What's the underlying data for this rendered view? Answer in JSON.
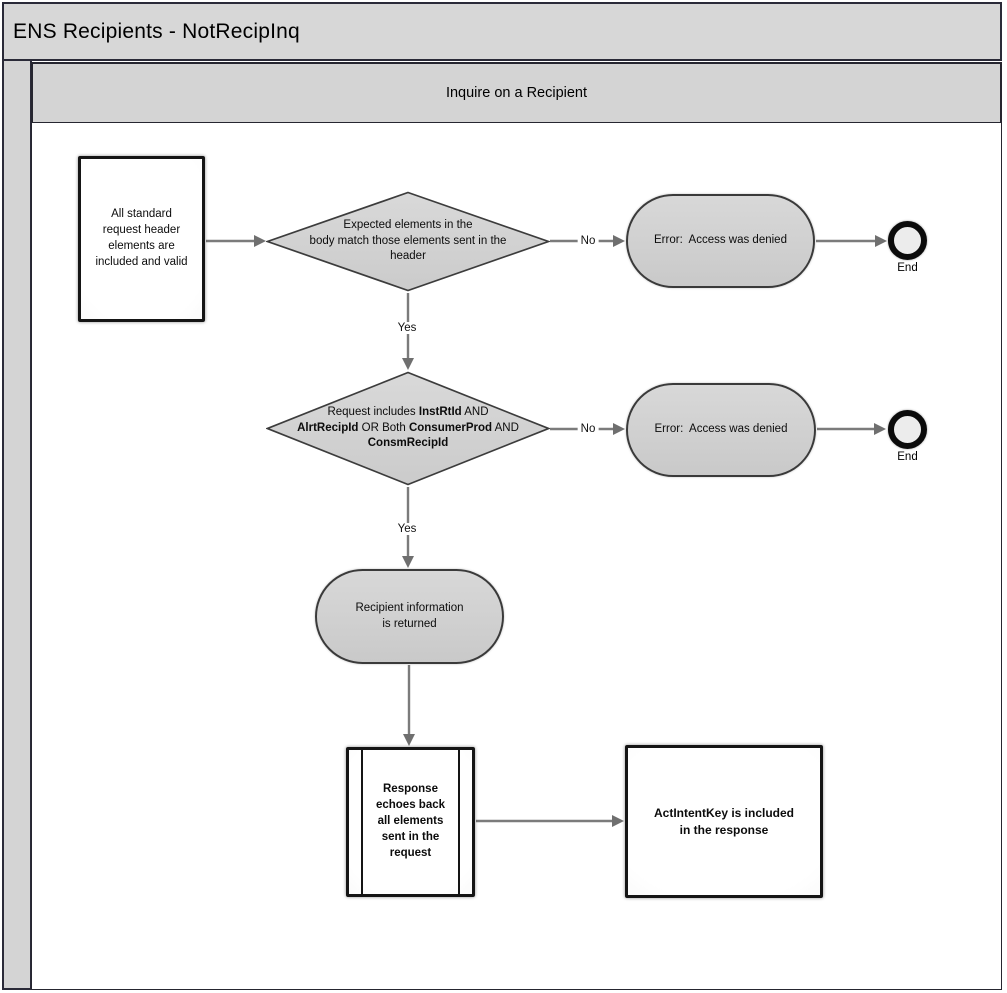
{
  "window": {
    "title": "ENS Recipients - NotRecipInq"
  },
  "lane": {
    "title": "Inquire on a Recipient"
  },
  "nodes": {
    "start_task": {
      "label": "All standard\nrequest header\nelements are\nincluded and valid"
    },
    "decision_header_match": {
      "label": "Expected elements in the\nbody match those elements sent in the\nheader"
    },
    "error_denied_1": {
      "label": "Error:  Access was denied"
    },
    "end_1": {
      "label": "End"
    },
    "decision_request_includes": {
      "segments": [
        {
          "text": "Request includes ",
          "bold": false
        },
        {
          "text": "InstRtId",
          "bold": true
        },
        {
          "text": " AND ",
          "bold": false
        },
        {
          "text": "AlrtRecipId",
          "bold": true
        },
        {
          "text": " OR Both ",
          "bold": false
        },
        {
          "text": "ConsumerProd",
          "bold": true
        },
        {
          "text": " AND ",
          "bold": false
        },
        {
          "text": "ConsmRecipId",
          "bold": true
        }
      ]
    },
    "error_denied_2": {
      "label": "Error:  Access was denied"
    },
    "end_2": {
      "label": "End"
    },
    "recipient_returned": {
      "label": "Recipient information\nis returned"
    },
    "response_echo": {
      "label": "Response\nechoes back\nall elements\nsent in the\nrequest"
    },
    "act_intent_key": {
      "label": "ActIntentKey is included\nin the response"
    }
  },
  "edge_labels": {
    "yes": "Yes",
    "no": "No"
  },
  "colors": {
    "band_gray": "#d7d7d7",
    "shape_gray": "#d2d2d2",
    "frame_border": "#2a2a38",
    "arrow_gray": "#7b7b7b"
  }
}
